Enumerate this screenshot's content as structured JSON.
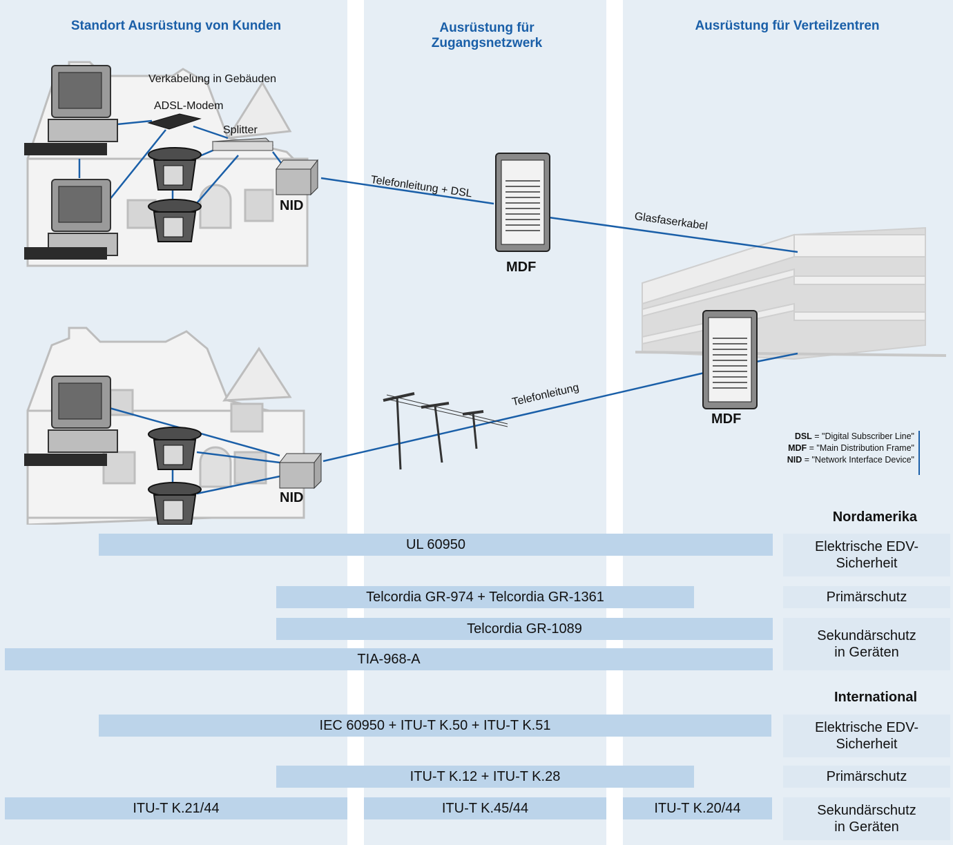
{
  "columns": [
    {
      "heading": "Standort Ausrüstung von Kunden"
    },
    {
      "heading": "Ausrüstung für Zugangsnetzwerk"
    },
    {
      "heading": "Ausrüstung für Verteilzentren"
    }
  ],
  "diagram": {
    "labels": {
      "cabling": "Verkabelung in Gebäuden",
      "modem": "ADSL-Modem",
      "splitter": "Splitter",
      "nid_top": "NID",
      "nid_bottom": "NID",
      "line_dsl": "Telefonleitung + DSL",
      "line_fiber": "Glasfaserkabel",
      "line_phone": "Telefonleitung",
      "mdf_top": "MDF",
      "mdf_bottom": "MDF"
    },
    "legend": [
      {
        "abbr": "DSL",
        "text": " = \"Digital Subscriber Line\""
      },
      {
        "abbr": "MDF",
        "text": " = \"Main Distribution Frame\""
      },
      {
        "abbr": "NID",
        "text": " = \"Network Interface Device\""
      }
    ]
  },
  "standards": {
    "north_america": {
      "title": "Nordamerika",
      "bars": [
        "UL 60950",
        "Telcordia GR-974 + Telcordia GR-1361",
        "Telcordia GR-1089",
        "TIA-968-A"
      ],
      "categories": [
        "Elektrische EDV-Sicherheit",
        "Primärschutz",
        "Sekundärschutz in Geräten"
      ]
    },
    "international": {
      "title": "International",
      "bars": [
        "IEC 60950 + ITU-T K.50 + ITU-T K.51",
        "ITU-T K.12 + ITU-T K.28",
        "ITU-T K.21/44",
        "ITU-T K.45/44",
        "ITU-T K.20/44"
      ],
      "categories": [
        "Elektrische EDV-Sicherheit",
        "Primärschutz",
        "Sekundärschutz in Geräten"
      ]
    }
  },
  "colors": {
    "heading": "#1a5fa8",
    "panel": "#e6eef5",
    "bar": "#bcd4ea",
    "category": "#dde8f2",
    "line": "#1a5fa8"
  }
}
